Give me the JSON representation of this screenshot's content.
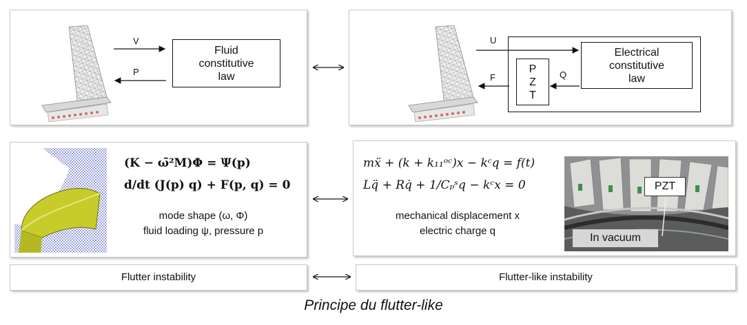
{
  "top_left": {
    "v_label": "V",
    "p_label": "P",
    "box_text": "Fluid\nconstitutive\nlaw"
  },
  "top_right": {
    "u_label": "U",
    "f_label": "F",
    "q_label": "Q",
    "pzt_box_text": "P\nZ\nT",
    "box_text": "Electrical\nconstitutive\nlaw"
  },
  "mid_left": {
    "eq1": "(K − ω̃²M)Φ = Ψ(p)",
    "eq2": "d/dt (J(p) q) + F(p, q) = 0",
    "line1": "mode shape (ω, Φ)",
    "line2": "fluid loading ψ, pressure p"
  },
  "mid_right": {
    "eq1": "mẍ + (k + k₁₁ᵒᶜ)x − kᶜq = f(t)",
    "eq2": "Lq̈ + Rq̇ + 1/Cₚˢq − kᶜx = 0",
    "line1": "mechanical displacement x",
    "line2": "electric charge q",
    "photo_label_pzt": "PZT",
    "photo_label_vacuum": "In vacuum"
  },
  "bottom": {
    "left_label": "Flutter instability",
    "right_label": "Flutter-like instability"
  },
  "caption": "Principe du flutter-like",
  "icons": [
    "turbine-blade-mesh",
    "blade-surface-render",
    "bladed-disk-photo",
    "double-arrow"
  ],
  "colors": {
    "surface": "#c8cc2a",
    "mesh_blue": "#3a46b8",
    "mesh_grey": "#9a9a9a"
  }
}
